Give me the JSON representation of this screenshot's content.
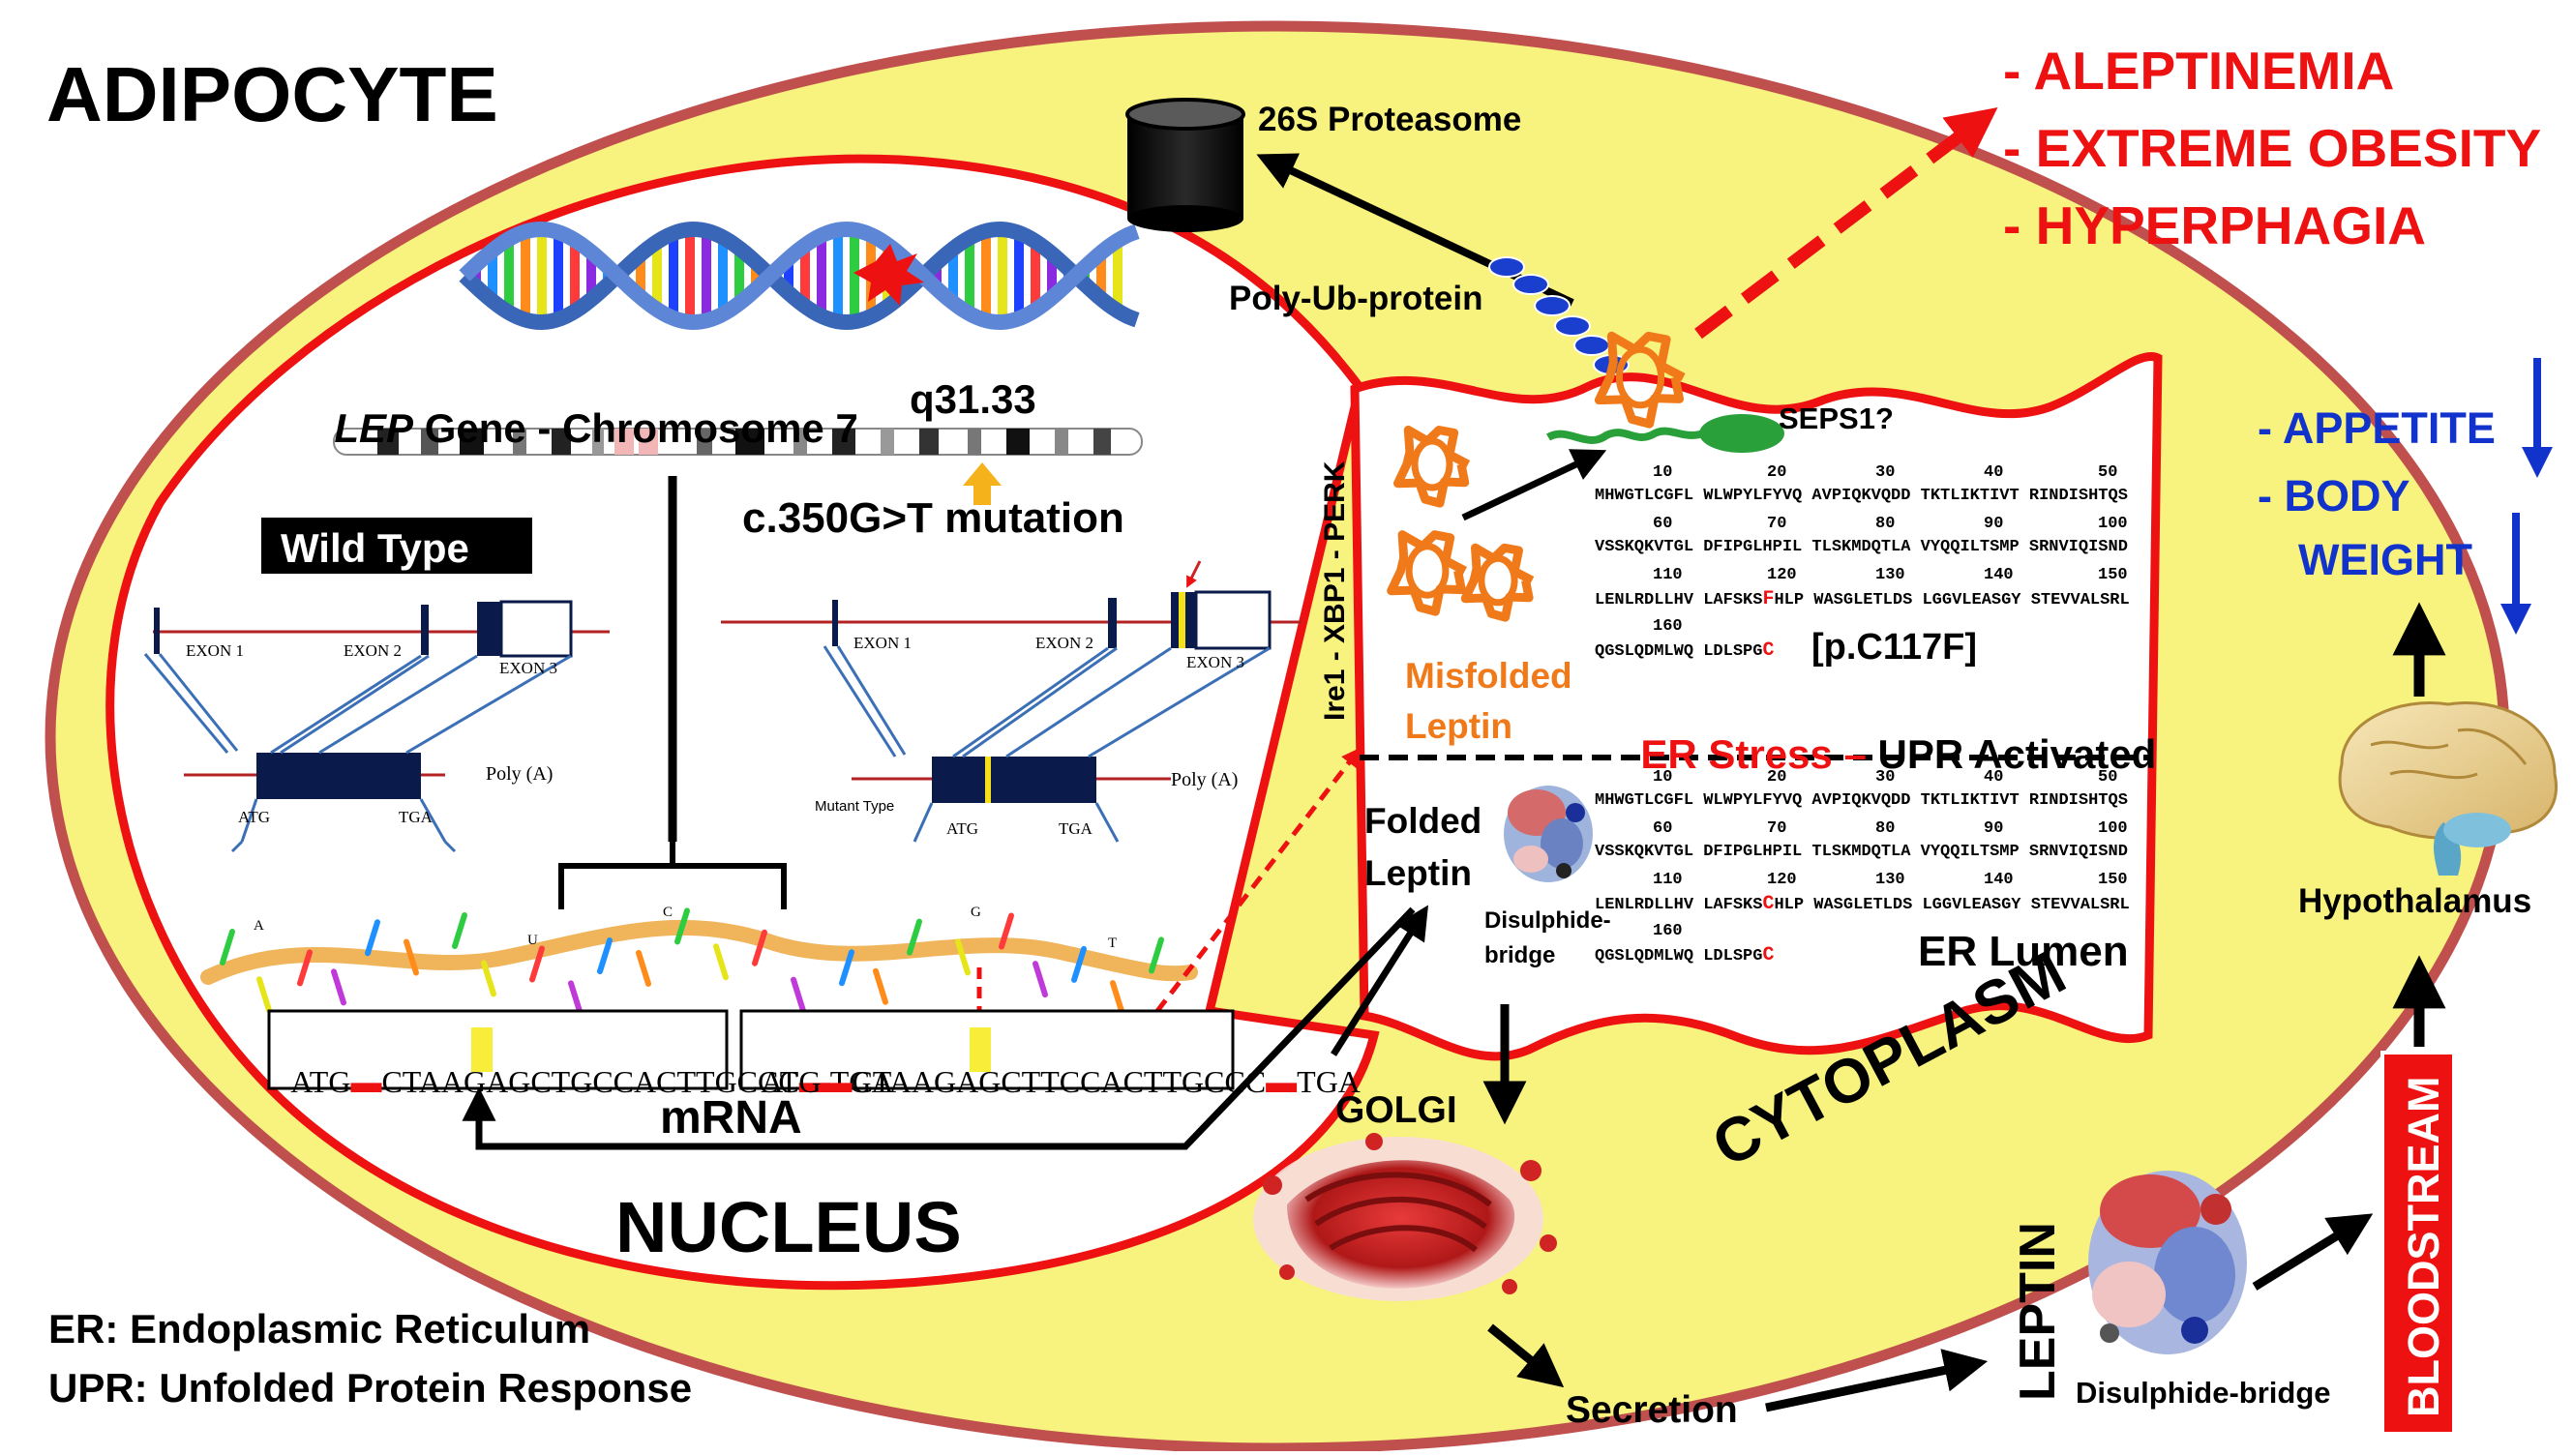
{
  "title": "ADIPOCYTE",
  "compartments": {
    "nucleus": "NUCLEUS",
    "cytoplasm": "CYTOPLASM",
    "er_lumen": "ER Lumen",
    "golgi": "GOLGI",
    "bloodstream": "BLOODSTREAM",
    "hypothalamus": "Hypothalamus"
  },
  "gene": {
    "label_italic": "LEP",
    "label_rest": " Gene - Chromosome 7",
    "locus": "q31.33",
    "mutation": "c.350G>T mutation"
  },
  "wild_type_label": "Wild Type",
  "gene_structure": {
    "exon1": "EXON 1",
    "exon2": "EXON 2",
    "exon3": "EXON 3",
    "poly_a": "Poly (A)",
    "atg": "ATG",
    "tga": "TGA",
    "mutant_type": "Mutant Type"
  },
  "mrna": {
    "label": "mRNA",
    "bases": [
      "A",
      "U",
      "C",
      "G",
      "T"
    ],
    "wild_seq": {
      "start": "ATG",
      "pre": "CTAAGAGCT",
      "hl": "G",
      "post": "CCACTTGCCC",
      "end": "TGA"
    },
    "mut_seq": {
      "start": "ATG",
      "pre": "CTAAGAGCT",
      "hl": "T",
      "post": "CCACTTGCCC",
      "end": "TGA"
    }
  },
  "proteasome": {
    "label": "26S Proteasome",
    "poly_ub": "Poly-Ub-protein",
    "seps1": "SEPS1?"
  },
  "er_pathway": "Ire1 - XBP1 - PERK",
  "misfolded": [
    "Misfolded",
    "Leptin"
  ],
  "folded": [
    "Folded",
    "Leptin"
  ],
  "disulphide_short": [
    "Disulphide-",
    "bridge"
  ],
  "disulphide_full": "Disulphide-bridge",
  "mutation_protein": "[p.C117F]",
  "er_stress": {
    "a": "ER Stress –",
    "b": " UPR Activated"
  },
  "sequence_misfolded": {
    "rows": [
      {
        "nums": [
          "10",
          "20",
          "30",
          "40",
          "50"
        ],
        "seq": [
          "MHWGTLCGFL WLWPYLFYVQ AVPIQKVQDD TKTLIKTIVT RINDISHTQS"
        ]
      },
      {
        "nums": [
          "60",
          "70",
          "80",
          "90",
          "100"
        ],
        "seq": [
          "VSSKQKVTGL DFIPGLHPIL TLSKMDQTLA VYQQILTSMP SRNVIQISND"
        ]
      },
      {
        "nums": [
          "110",
          "120",
          "130",
          "140",
          "150"
        ],
        "seq": [
          "LENLRDLLHV LAFSKS",
          "F",
          "HLP WASGLETLDS LGGVLEASGY STEVVALSRL"
        ]
      },
      {
        "nums": [
          "160"
        ],
        "seq": [
          "QGSLQDMLWQ LDLSPG",
          "C"
        ]
      }
    ]
  },
  "sequence_folded": {
    "rows": [
      {
        "nums": [
          "10",
          "20",
          "30",
          "40",
          "50"
        ],
        "seq": [
          "MHWGTLCGFL WLWPYLFYVQ AVPIQKVQDD TKTLIKTIVT RINDISHTQS"
        ]
      },
      {
        "nums": [
          "60",
          "70",
          "80",
          "90",
          "100"
        ],
        "seq": [
          "VSSKQKVTGL DFIPGLHPIL TLSKMDQTLA VYQQILTSMP SRNVIQISND"
        ]
      },
      {
        "nums": [
          "110",
          "120",
          "130",
          "140",
          "150"
        ],
        "seq": [
          "LENLRDLLHV LAFSKS",
          "C",
          "HLP WASGLETLDS LGGVLEASGY STEVVALSRL"
        ]
      },
      {
        "nums": [
          "160"
        ],
        "seq": [
          "QGSLQDMLWQ LDLSPG",
          "C"
        ]
      }
    ]
  },
  "outcomes": [
    "- ALEPTINEMIA",
    "- EXTREME OBESITY",
    "- HYPERPHAGIA"
  ],
  "effects": [
    "- APPETITE",
    "- BODY",
    "WEIGHT"
  ],
  "secretion": "Secretion",
  "leptin": "LEPTIN",
  "legend": [
    "ER: Endoplasmic Reticulum",
    "UPR: Unfolded Protein Response"
  ],
  "colors": {
    "cell_fill": "#f8f27e",
    "cell_border": "#c0504d",
    "nucleus_border": "#ee1111",
    "red_text": "#ee1111",
    "blue_text": "#1133cc",
    "misfolded_orange": "#f07a1a",
    "gene_navy": "#0a1a4a"
  }
}
